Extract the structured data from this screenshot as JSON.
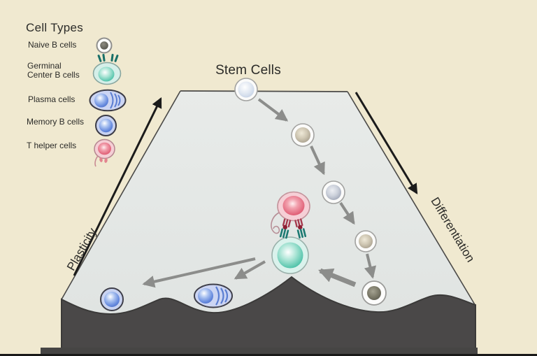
{
  "figure": {
    "kind": "waddington-landscape-diagram",
    "background_color": "#f0e9d0",
    "landscape_surface_color": "#e4e7e5",
    "hill_color": "#4a4848",
    "gray_arrow_color": "#8c8d8b",
    "black_arrow_color": "#1b1b1b"
  },
  "legend": {
    "heading": "Cell Types",
    "items": [
      {
        "label": "Naive B cells",
        "icon": "naive-b-cell-icon",
        "color": "#5a5a58"
      },
      {
        "label": "Germinal\nCenter B cells",
        "icon": "germinal-center-b-cell-icon",
        "color": "#48c0a8"
      },
      {
        "label": "Plasma cells",
        "icon": "plasma-cell-icon",
        "color": "#6f8fe2"
      },
      {
        "label": "Memory B cells",
        "icon": "memory-b-cell-icon",
        "color": "#6f8fe2"
      },
      {
        "label": "T helper cells",
        "icon": "t-helper-cell-icon",
        "color": "#e0607a"
      }
    ]
  },
  "labels": {
    "stem_cells": "Stem Cells",
    "plasticity": "Plasticity",
    "differentiation": "Differentiation"
  },
  "diagram_nodes": [
    "stem-cell",
    "differentiating-cell-1",
    "differentiating-cell-2",
    "differentiating-cell-3",
    "naive-b-cell-in-valley",
    "t-helper-cell",
    "germinal-center-b-cell",
    "plasma-cell-in-valley",
    "memory-b-cell-in-valley"
  ]
}
